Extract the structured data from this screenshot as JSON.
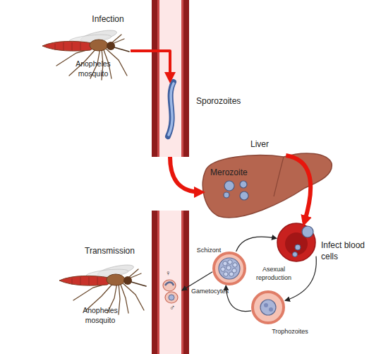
{
  "diagram": {
    "nodes": [
      {
        "text": [
          "Infection",
          "Anopheles mosquito"
        ]
      },
      {
        "text": [
          "Sporozoites"
        ]
      },
      {
        "text": [
          "Liver",
          "Merozoite"
        ]
      },
      {
        "text": [
          "Infect blood cells"
        ]
      },
      {
        "text": [
          "Trophozoites"
        ]
      },
      {
        "text": [
          "Schizont"
        ]
      },
      {
        "text": [
          "Gametocytes"
        ]
      },
      {
        "text": [
          "Transmission",
          "Anopheles mosquito"
        ]
      }
    ],
    "edges": [
      {
        "from": 0,
        "to": 1,
        "arrow": "to"
      },
      {
        "from": 1,
        "to": 2,
        "arrow": "to"
      },
      {
        "from": 2,
        "to": 3,
        "arrow": "to"
      },
      {
        "from": 3,
        "to": 4,
        "arrow": "to"
      },
      {
        "from": 4,
        "to": 5,
        "arrow": "to"
      },
      {
        "from": 5,
        "to": 3,
        "arrow": "to"
      },
      {
        "from": 5,
        "to": 6,
        "arrow": "to"
      }
    ],
    "labels": [
      "Asexual reproduction",
      "♀",
      "♂"
    ]
  }
}
